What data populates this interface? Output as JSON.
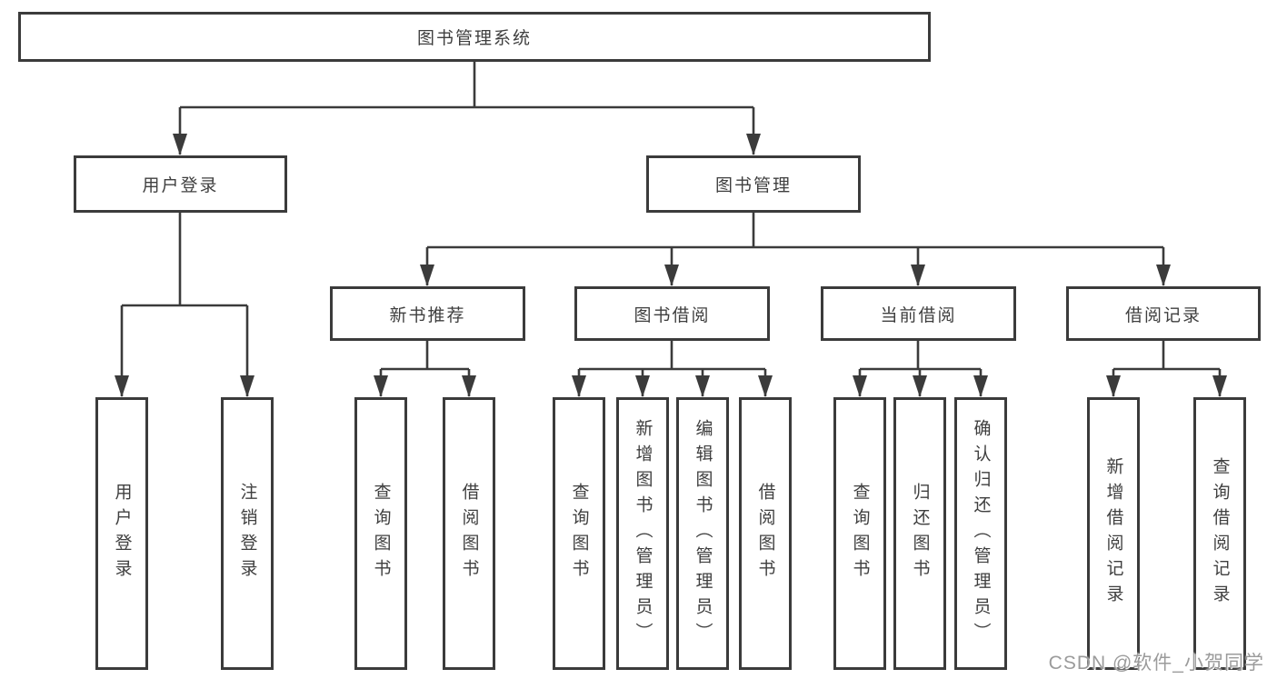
{
  "diagram": {
    "root": {
      "label": "图书管理系统"
    },
    "branches": [
      {
        "label": "用户登录",
        "children": [
          {
            "label": "用户登录"
          },
          {
            "label": "注销登录"
          }
        ]
      },
      {
        "label": "图书管理",
        "children": [
          {
            "label": "新书推荐",
            "children": [
              {
                "label": "查询图书"
              },
              {
                "label": "借阅图书"
              }
            ]
          },
          {
            "label": "图书借阅",
            "children": [
              {
                "label": "查询图书"
              },
              {
                "label": "新增图书（管理员）"
              },
              {
                "label": "编辑图书（管理员）"
              },
              {
                "label": "借阅图书"
              }
            ]
          },
          {
            "label": "当前借阅",
            "children": [
              {
                "label": "查询图书"
              },
              {
                "label": "归还图书"
              },
              {
                "label": "确认归还（管理员）"
              }
            ]
          },
          {
            "label": "借阅记录",
            "children": [
              {
                "label": "新增借阅记录"
              },
              {
                "label": "查询借阅记录"
              }
            ]
          }
        ]
      }
    ]
  },
  "watermark": {
    "text": "CSDN @软件_小贺同学"
  },
  "colors": {
    "line": "#3b3b3b",
    "ink": "#3f3f3f",
    "watermark": "#9b9b9b",
    "background": "#ffffff"
  }
}
